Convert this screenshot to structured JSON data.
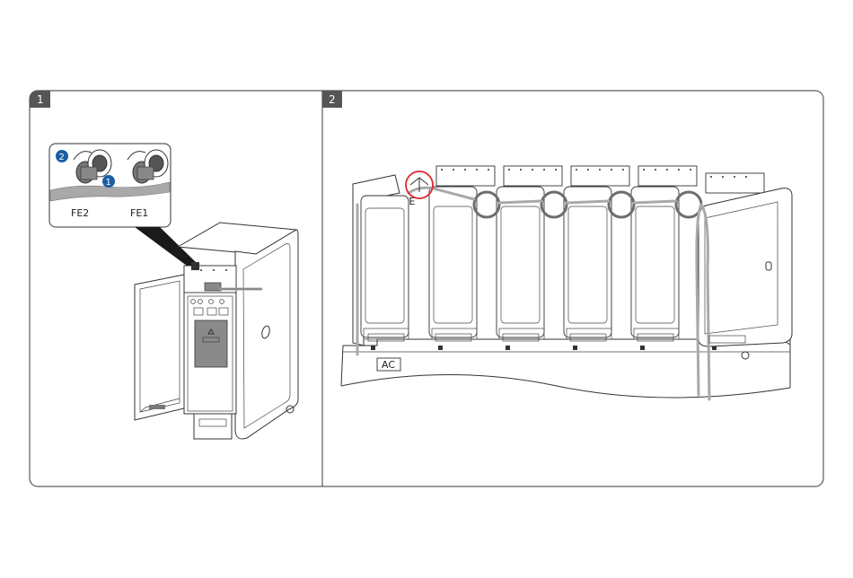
{
  "panels": [
    {
      "step": "1",
      "callout": {
        "labels": [
          "FE2",
          "FE1"
        ],
        "markers": [
          "2",
          "1"
        ]
      }
    },
    {
      "step": "2",
      "labels": {
        "base": "AC",
        "fe": "FE"
      }
    }
  ],
  "colors": {
    "tab": "#555555",
    "marker": "#1b5ea6",
    "highlight": "#e0262b",
    "frame": "#5a5a5a",
    "cable": "#6e6e6e",
    "module_fill": "#8a8a8a"
  }
}
